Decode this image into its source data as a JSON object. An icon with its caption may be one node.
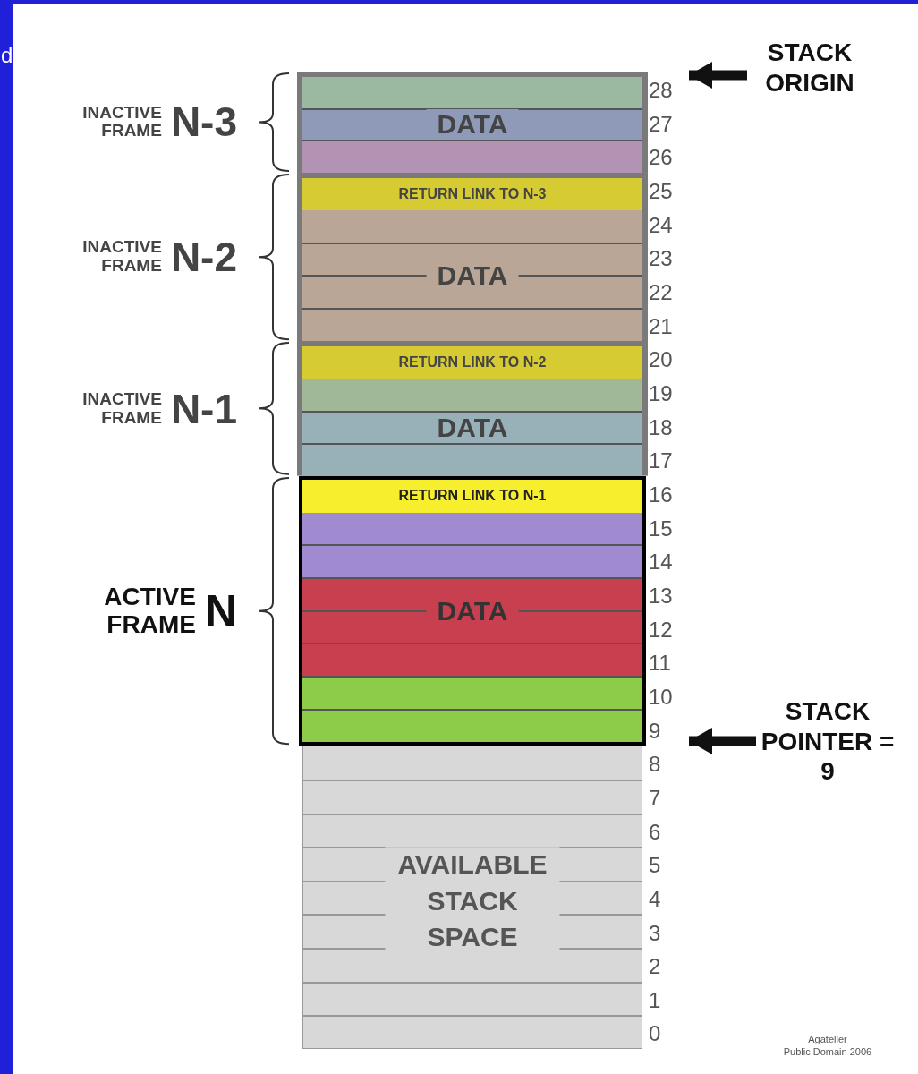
{
  "diagram": {
    "nodes": [
      {
        "text": [
          "INACTIVE FRAME",
          "N-3"
        ]
      },
      {
        "text": [
          "DATA"
        ],
        "in": 0
      },
      {
        "text": [
          "INACTIVE FRAME",
          "N-2"
        ]
      },
      {
        "text": [
          "RETURN LINK TO N-3"
        ],
        "in": 2
      },
      {
        "text": [
          "DATA"
        ],
        "in": 2
      },
      {
        "text": [
          "INACTIVE FRAME",
          "N-1"
        ]
      },
      {
        "text": [
          "RETURN LINK TO N-2"
        ],
        "in": 5
      },
      {
        "text": [
          "DATA"
        ],
        "in": 5
      },
      {
        "text": [
          "ACTIVE FRAME",
          "N"
        ]
      },
      {
        "text": [
          "RETURN LINK TO N-1"
        ],
        "in": 8
      },
      {
        "text": [
          "DATA"
        ],
        "in": 8
      },
      {
        "text": [
          "AVAILABLE STACK SPACE"
        ]
      },
      {
        "text": [
          "STACK ORIGIN"
        ]
      },
      {
        "text": [
          "STACK POINTER = 9"
        ]
      }
    ],
    "edges": [
      {
        "from": 12,
        "to": 0,
        "arrow": "to"
      },
      {
        "from": 13,
        "to": 8,
        "arrow": "to"
      }
    ],
    "labels": [
      "d",
      "28",
      "27",
      "26",
      "25",
      "24",
      "23",
      "22",
      "21",
      "20",
      "19",
      "18",
      "17",
      "16",
      "15",
      "14",
      "13",
      "12",
      "11",
      "10",
      "9",
      "8",
      "7",
      "6",
      "5",
      "4",
      "3",
      "2",
      "1",
      "0",
      "Agateller",
      "Public Domain 2006"
    ]
  }
}
